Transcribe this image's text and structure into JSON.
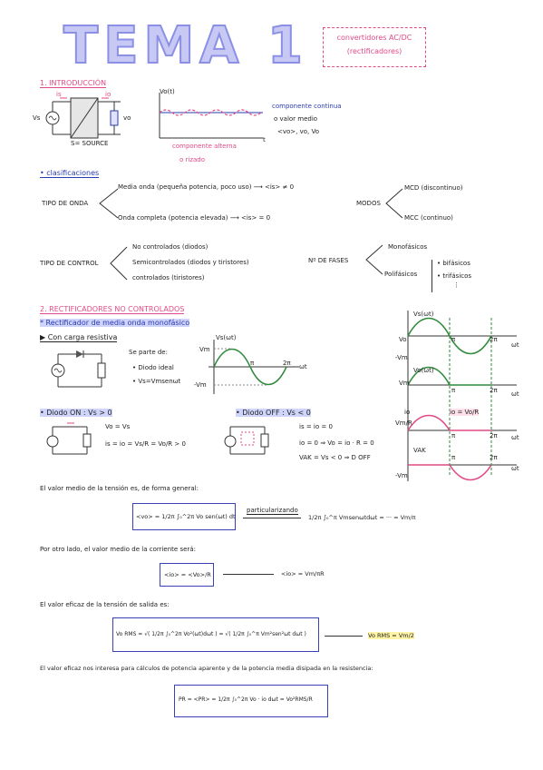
{
  "header": {
    "title": "TEMA 1",
    "subtitle_line1": "convertidores AC/DC",
    "subtitle_line2": "(rectificadores)"
  },
  "intro": {
    "heading": "1. INTRODUCCIÓN",
    "circuit": {
      "is": "is",
      "io": "io",
      "vs": "Vs",
      "vo": "vo",
      "caption": "S= SOURCE"
    },
    "plot": {
      "ylabel": "Vo(t)",
      "xlabel": "t",
      "dc_label": "componente continua",
      "dc_label2": "o valor medio",
      "dc_label3": "<vo>, vo, Vo",
      "ac_label": "componente alterna",
      "ac_label2": "o rizado"
    }
  },
  "classification": {
    "heading": "• clasificaciones",
    "wave_type": {
      "label": "TIPO DE ONDA",
      "half": "Media onda (pequeña potencia, poco uso) ⟶ <is> ≠ 0",
      "full": "Onda completa (potencia elevada) ⟶ <is> = 0"
    },
    "modes": {
      "label": "MODOS",
      "mcd": "MCD (discontinuo)",
      "mcc": "MCC (continuo)"
    },
    "control": {
      "label": "TIPO DE CONTROL",
      "items": [
        "No controlados (diodos)",
        "Semicontrolados (diodos y tiristores)",
        "controlados (tiristores)"
      ]
    },
    "phases": {
      "label": "Nº DE FASES",
      "mono": "Monofásicos",
      "poli": "Polifásicos",
      "bi": "• bifásicos",
      "tri": "• trifásicos",
      "dots": "⋮"
    }
  },
  "section2": {
    "heading": "2. RECTIFICADORES NO CONTROLADOS",
    "sub": "* Rectificador de media onda monofásico",
    "load": "▶ Con carga resistiva",
    "parts_label": "Se parte de:",
    "parts": [
      "• Diodo ideal",
      "• Vs=Vmsenωt"
    ],
    "sine": {
      "ylabel": "Vs(ωt)",
      "vm": "Vm",
      "mvm": "-Vm",
      "pi": "π",
      "twopi": "2π",
      "x": "ωt"
    },
    "diode_on": {
      "title": "• Diodo ON : Vs > 0",
      "eq1": "Vo = Vs",
      "eq2": "is = io = Vs/R = Vo/R > 0"
    },
    "diode_off": {
      "title": "• Diodo OFF : Vs < 0",
      "eq1": "is = io = 0",
      "eq2": "io = 0 ⇒ Vo = io · R = 0",
      "eq3": "VAK = Vs < 0 ⇒ D OFF"
    },
    "right_plots": {
      "p1": {
        "ylabel": "Vs(ωt)",
        "vo": "Vo",
        "mvm": "-Vm",
        "pi": "π",
        "twopi": "2π",
        "x": "ωt"
      },
      "p2": {
        "ylabel": "Vo(ωt)",
        "vm": "Vm",
        "pi": "π",
        "twopi": "2π",
        "x": "ωt"
      },
      "p3": {
        "ylabel": "io",
        "vm": "Vm/R",
        "eq": "io = Vo/R",
        "pi": "π",
        "twopi": "2π",
        "x": "ωt"
      },
      "p4": {
        "ylabel": "VAK",
        "mvm": "-Vm",
        "pi": "π",
        "twopi": "2π",
        "x": "ωt"
      }
    }
  },
  "formulas": {
    "text1": "El valor medio de la tensión es, de forma general:",
    "f1": "<vo> = 1/2π ∫₀^2π Vo sen(ωt) dt",
    "f1_arrow": "particularizando",
    "f1_result": "1/2π ∫₀^π Vmsenωtdωt = ··· = Vm/π",
    "text2": "Por otro lado, el valor medio de la corriente será:",
    "f2": "<io> = <Vo>/R",
    "f2_result": "<io> = Vm/πR",
    "text3": "El valor eficaz de la tensión de salida es:",
    "f3": "Vo RMS = √( 1/2π ∫₀^2π Vo²(ωt)dωt ) = √( 1/2π ∫₀^π Vm²sen²ωt dωt )",
    "f3_result": "Vo RMS = Vm/2",
    "text4": "El valor eficaz nos interesa para cálculos de potencia aparente y de la potencia media disipada en la resistencia:",
    "f4": "PR = <PR> = 1/2π ∫₀^2π Vo · io dωt = Vo²RMS/R"
  }
}
